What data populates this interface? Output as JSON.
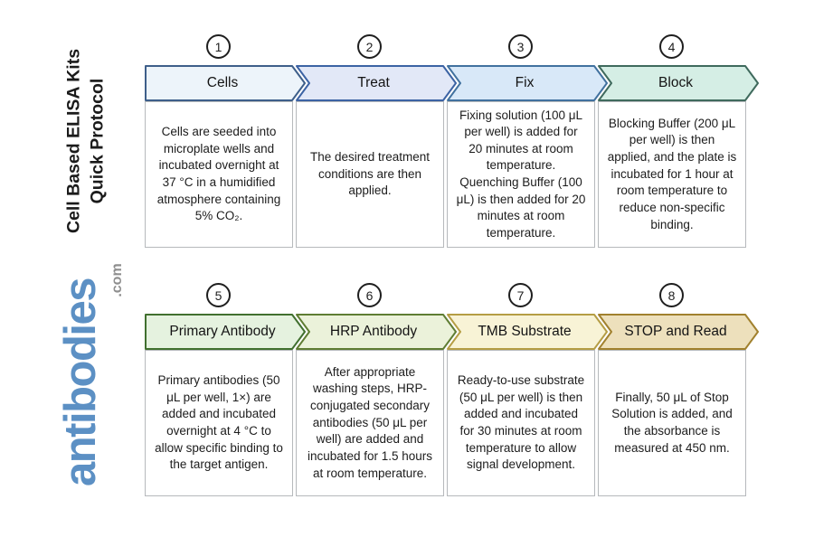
{
  "sidebar": {
    "title_line1": "Cell Based ELISA Kits",
    "title_line2": "Quick Protocol",
    "brand": "antibodies",
    "brand_suffix": ".com",
    "brand_color": "#5C90C4",
    "brand_suffix_color": "#8F8F8F"
  },
  "steps": [
    {
      "number": "1",
      "label": "Cells",
      "fill": "#EDF4FA",
      "stroke": "#3E5F8A",
      "description": "Cells are seeded into microplate wells and incubated overnight at 37 °C in a humidified atmosphere containing 5% CO₂."
    },
    {
      "number": "2",
      "label": "Treat",
      "fill": "#E2E8F7",
      "stroke": "#3C63A4",
      "description": "The desired treatment conditions are then applied."
    },
    {
      "number": "3",
      "label": "Fix",
      "fill": "#D8E8F8",
      "stroke": "#41719F",
      "description": "Fixing solution (100 μL per well) is added for 20 minutes at room temperature. Quenching Buffer (100 μL) is then added for 20 minutes at room temperature."
    },
    {
      "number": "4",
      "label": "Block",
      "fill": "#D5EEE5",
      "stroke": "#3F6A5D",
      "description": "Blocking Buffer (200 μL per well) is then applied, and the plate is incubated for 1 hour at room temperature to reduce non-specific binding."
    },
    {
      "number": "5",
      "label": "Primary Antibody",
      "fill": "#E5F2DF",
      "stroke": "#41702F",
      "description": "Primary antibodies (50 μL per well, 1×) are added and incubated overnight at 4 °C to allow specific binding to the target antigen."
    },
    {
      "number": "6",
      "label": "HRP Antibody",
      "fill": "#EBF2DA",
      "stroke": "#5F7D33",
      "description": "After appropriate washing steps, HRP-conjugated secondary antibodies (50 μL per well) are added and incubated for 1.5 hours at room temperature."
    },
    {
      "number": "7",
      "label": "TMB Substrate",
      "fill": "#F8F3D6",
      "stroke": "#B59D44",
      "description": "Ready-to-use substrate (50 μL per well) is then added and incubated for 30 minutes at room temperature to allow signal development."
    },
    {
      "number": "8",
      "label": "STOP and Read",
      "fill": "#EDE0BC",
      "stroke": "#A1812E",
      "description": "Finally, 50 μL of Stop Solution is added, and the absorbance is measured at 450 nm."
    }
  ]
}
